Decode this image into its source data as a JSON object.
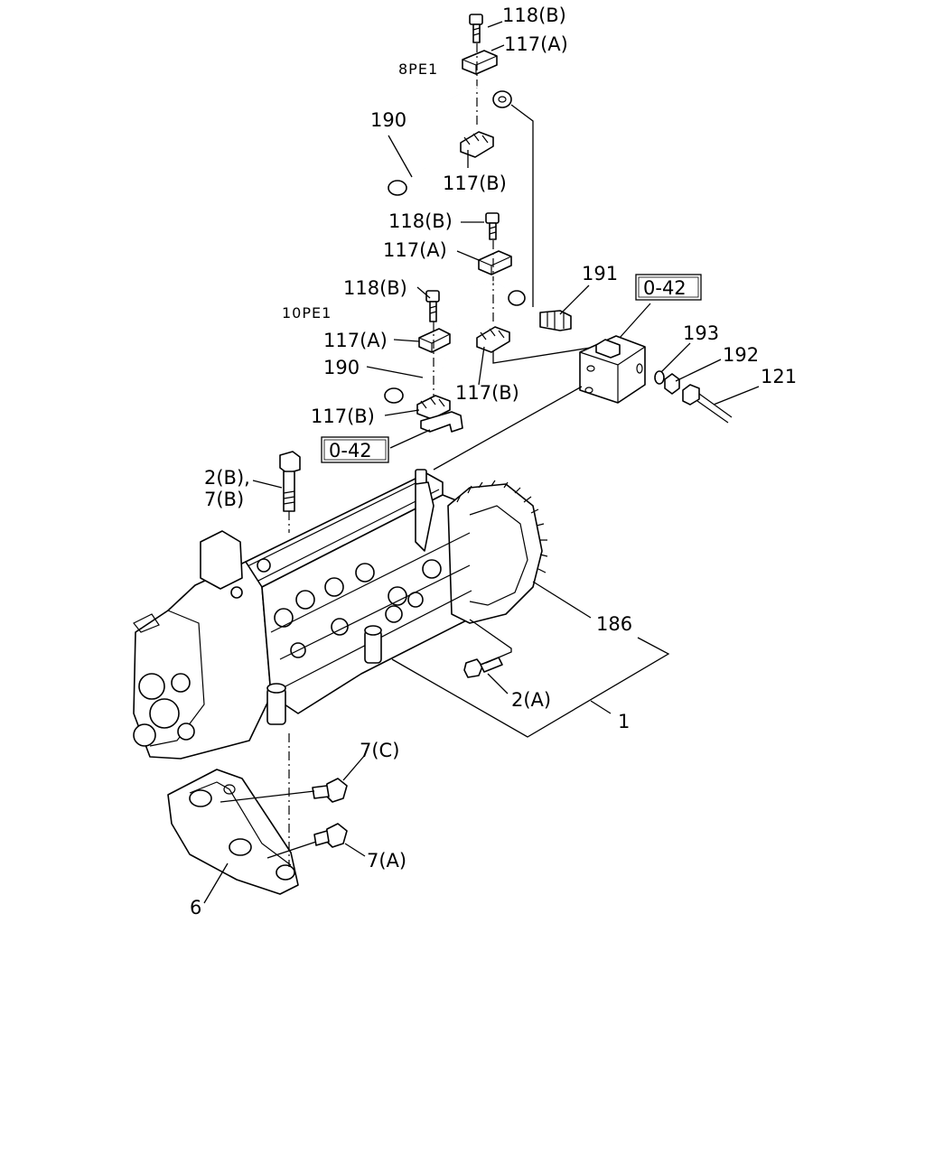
{
  "diagram": {
    "variants": {
      "v8pe1": "8PE1",
      "v10pe1": "10PE1"
    },
    "labels": {
      "l118b_top": "118(B)",
      "l117a_top": "117(A)",
      "l190_top": "190",
      "l117b_top": "117(B)",
      "l118b_mid": "118(B)",
      "l117a_mid": "117(A)",
      "l191": "191",
      "l118b_left": "118(B)",
      "l117a_left": "117(A)",
      "l190_mid": "190",
      "l117b_mid": "117(B)",
      "l117b_left": "117(B)",
      "l193": "193",
      "l192": "192",
      "l121": "121",
      "l2b_7b_line1": "2(B),",
      "l2b_7b_line2": "7(B)",
      "l186": "186",
      "l2a": "2(A)",
      "l1": "1",
      "l7c": "7(C)",
      "l7a": "7(A)",
      "l6": "6"
    },
    "refs": {
      "ref_right": "0-42",
      "ref_left": "0-42"
    }
  }
}
